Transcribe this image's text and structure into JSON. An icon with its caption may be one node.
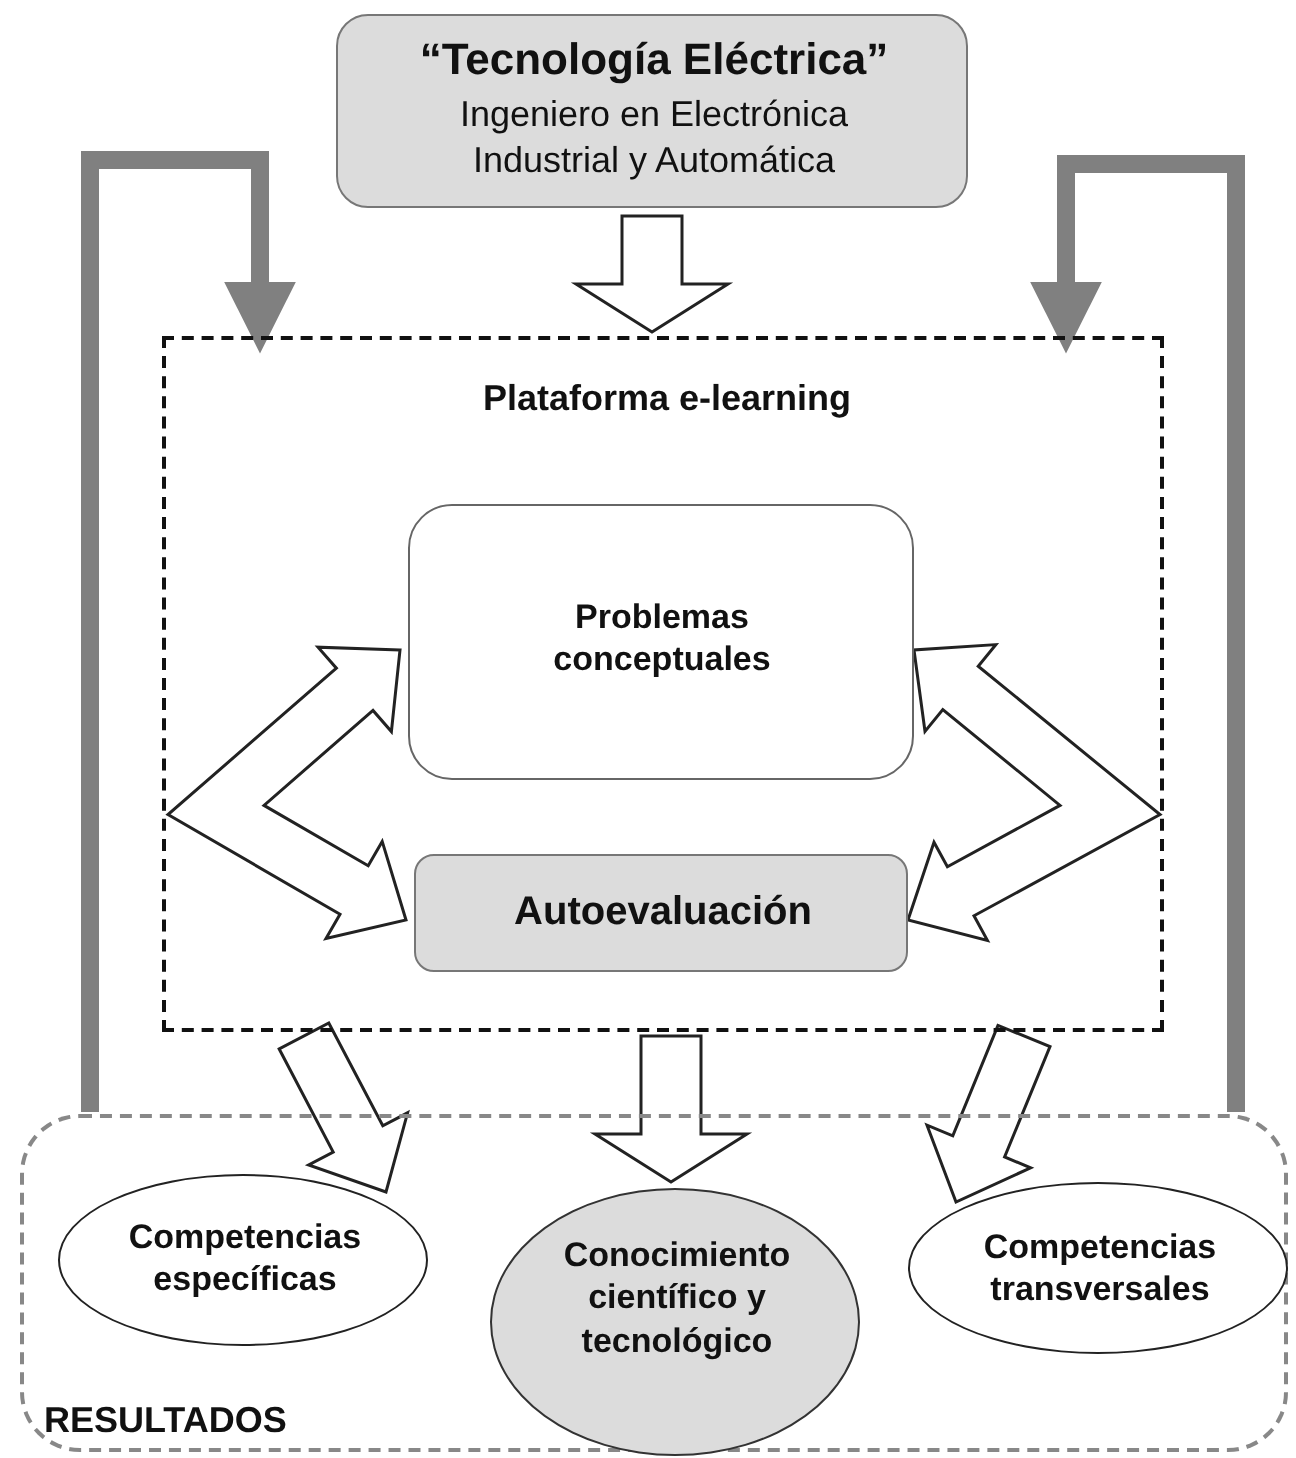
{
  "diagram": {
    "nodes": [
      {
        "text": [
          "“Tecnología Eléctrica”",
          "Ingeniero en Electrónica Industrial y Automática"
        ]
      },
      {
        "text": [
          "Plataforma e-learning"
        ]
      },
      {
        "text": [
          "Problemas conceptuales"
        ],
        "in": 1
      },
      {
        "text": [
          "Autoevaluación"
        ],
        "in": 1
      },
      {
        "text": [
          "RESULTADOS"
        ]
      },
      {
        "text": [
          "Competencias específicas"
        ],
        "in": 4
      },
      {
        "text": [
          "Conocimiento científico y tecnológico"
        ],
        "in": 4
      },
      {
        "text": [
          "Competencias transversales"
        ],
        "in": 4
      }
    ],
    "edges": [
      {
        "from": 0,
        "to": 1,
        "arrow": "to"
      },
      {
        "from": 2,
        "to": 3,
        "arrow": "both"
      },
      {
        "from": 2,
        "to": 3,
        "arrow": "both"
      },
      {
        "from": 1,
        "to": 5,
        "arrow": "to"
      },
      {
        "from": 1,
        "to": 6,
        "arrow": "to"
      },
      {
        "from": 1,
        "to": 7,
        "arrow": "to"
      },
      {
        "from": 4,
        "to": 1,
        "arrow": "to",
        "color": "#808080"
      },
      {
        "from": 4,
        "to": 1,
        "arrow": "to",
        "color": "#808080"
      }
    ]
  }
}
